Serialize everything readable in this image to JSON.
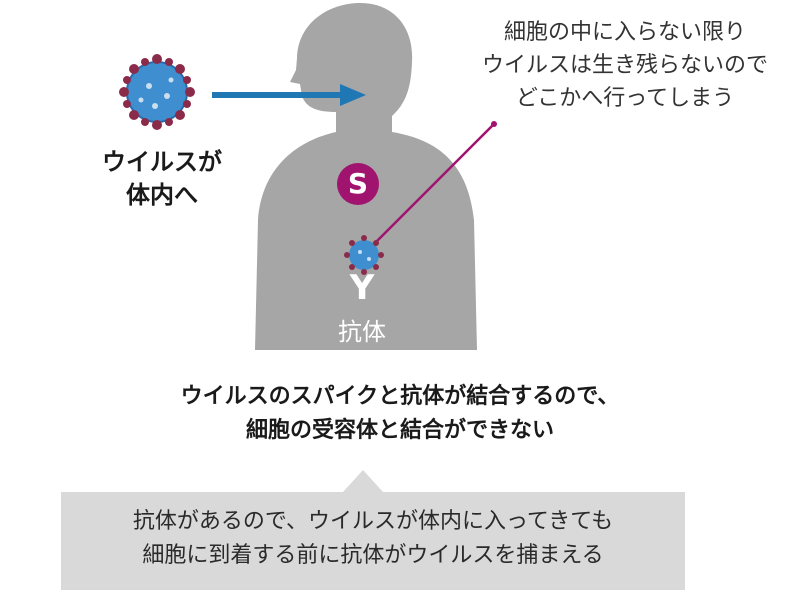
{
  "colors": {
    "silhouette": "#a6a6a6",
    "arrow": "#1f77b4",
    "accent": "#a0136e",
    "bubble": "#d9d9d9"
  },
  "virus_label": [
    "ウイルスが",
    "体内へ"
  ],
  "note": [
    "細胞の中に入らない限り",
    "ウイルスは生き残らないので",
    "どこかへ行ってしまう"
  ],
  "spike_badge": "S",
  "antibody_symbol": "Y",
  "antibody_label": "抗体",
  "explanation": [
    "ウイルスのスパイクと抗体が結合するので、",
    "細胞の受容体と結合ができない"
  ],
  "callout": [
    "抗体があるので、ウイルスが体内に入ってきても",
    "細胞に到着する前に抗体がウイルスを捕まえる"
  ]
}
